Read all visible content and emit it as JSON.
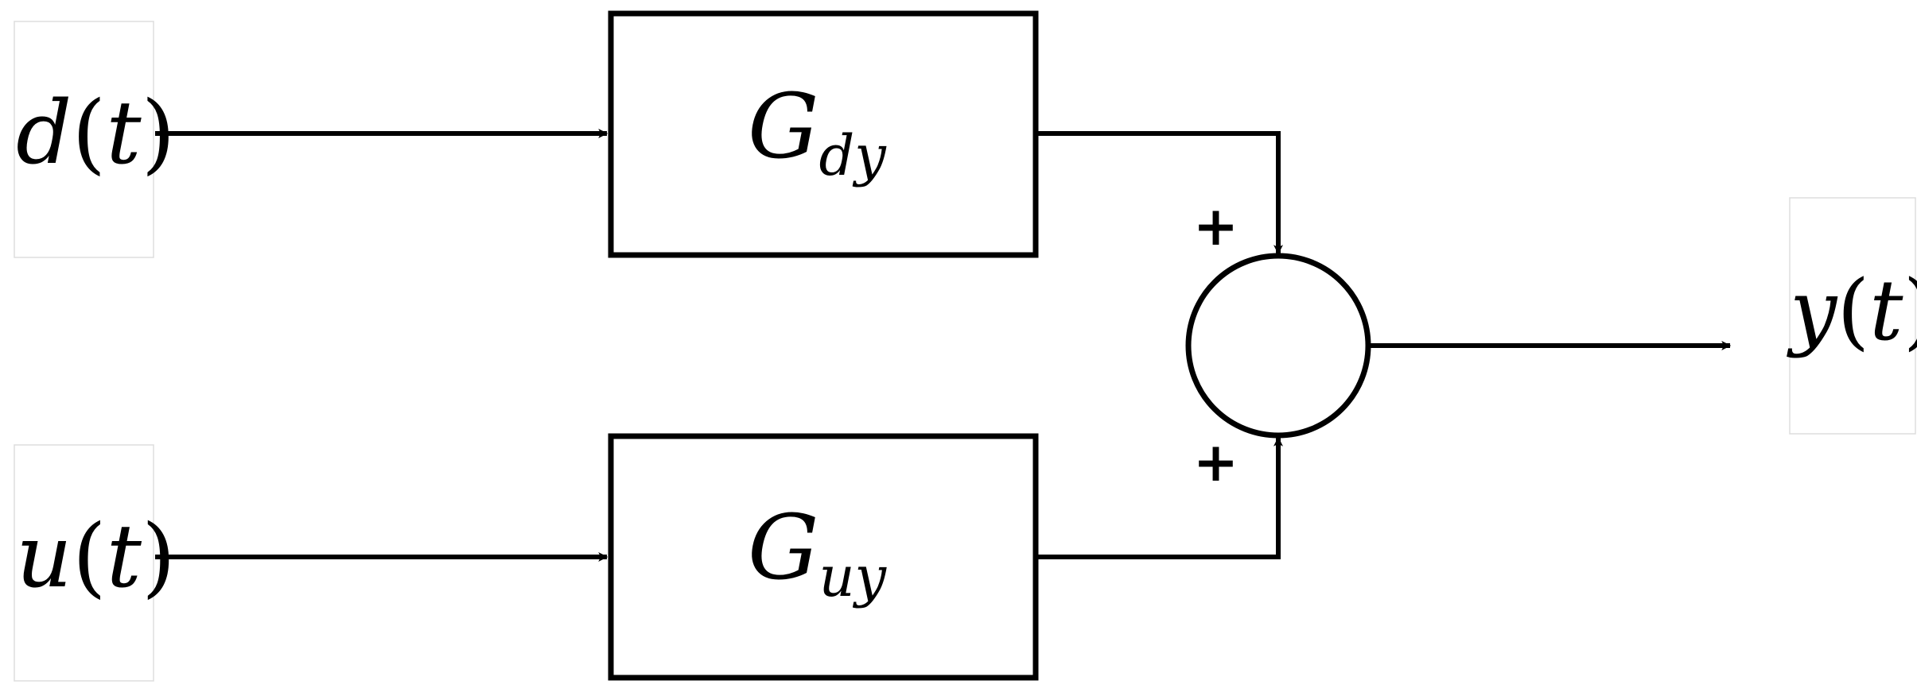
{
  "signals": {
    "d": {
      "name": "d",
      "arg": "t"
    },
    "u": {
      "name": "u",
      "arg": "t"
    },
    "y": {
      "name": "y",
      "arg": "t"
    }
  },
  "blocks": {
    "gdy": {
      "main": "G",
      "sub": "dy"
    },
    "guy": {
      "main": "G",
      "sub": "uy"
    }
  },
  "summing_junction": {
    "top_sign": "+",
    "bottom_sign": "+"
  }
}
